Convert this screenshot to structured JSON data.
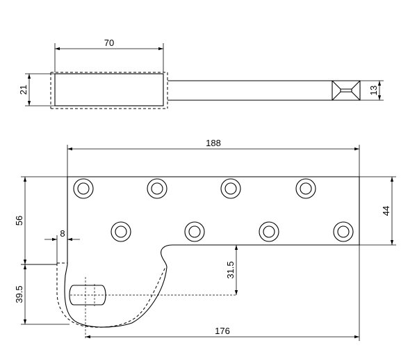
{
  "dimensions": {
    "top_width": "70",
    "top_height": "21",
    "top_tip": "13",
    "overall_length": "188",
    "plate_height": "44",
    "total_height": "56",
    "wall": "8",
    "hook_height": "39.5",
    "slot_depth": "31.5",
    "center_length": "176"
  }
}
